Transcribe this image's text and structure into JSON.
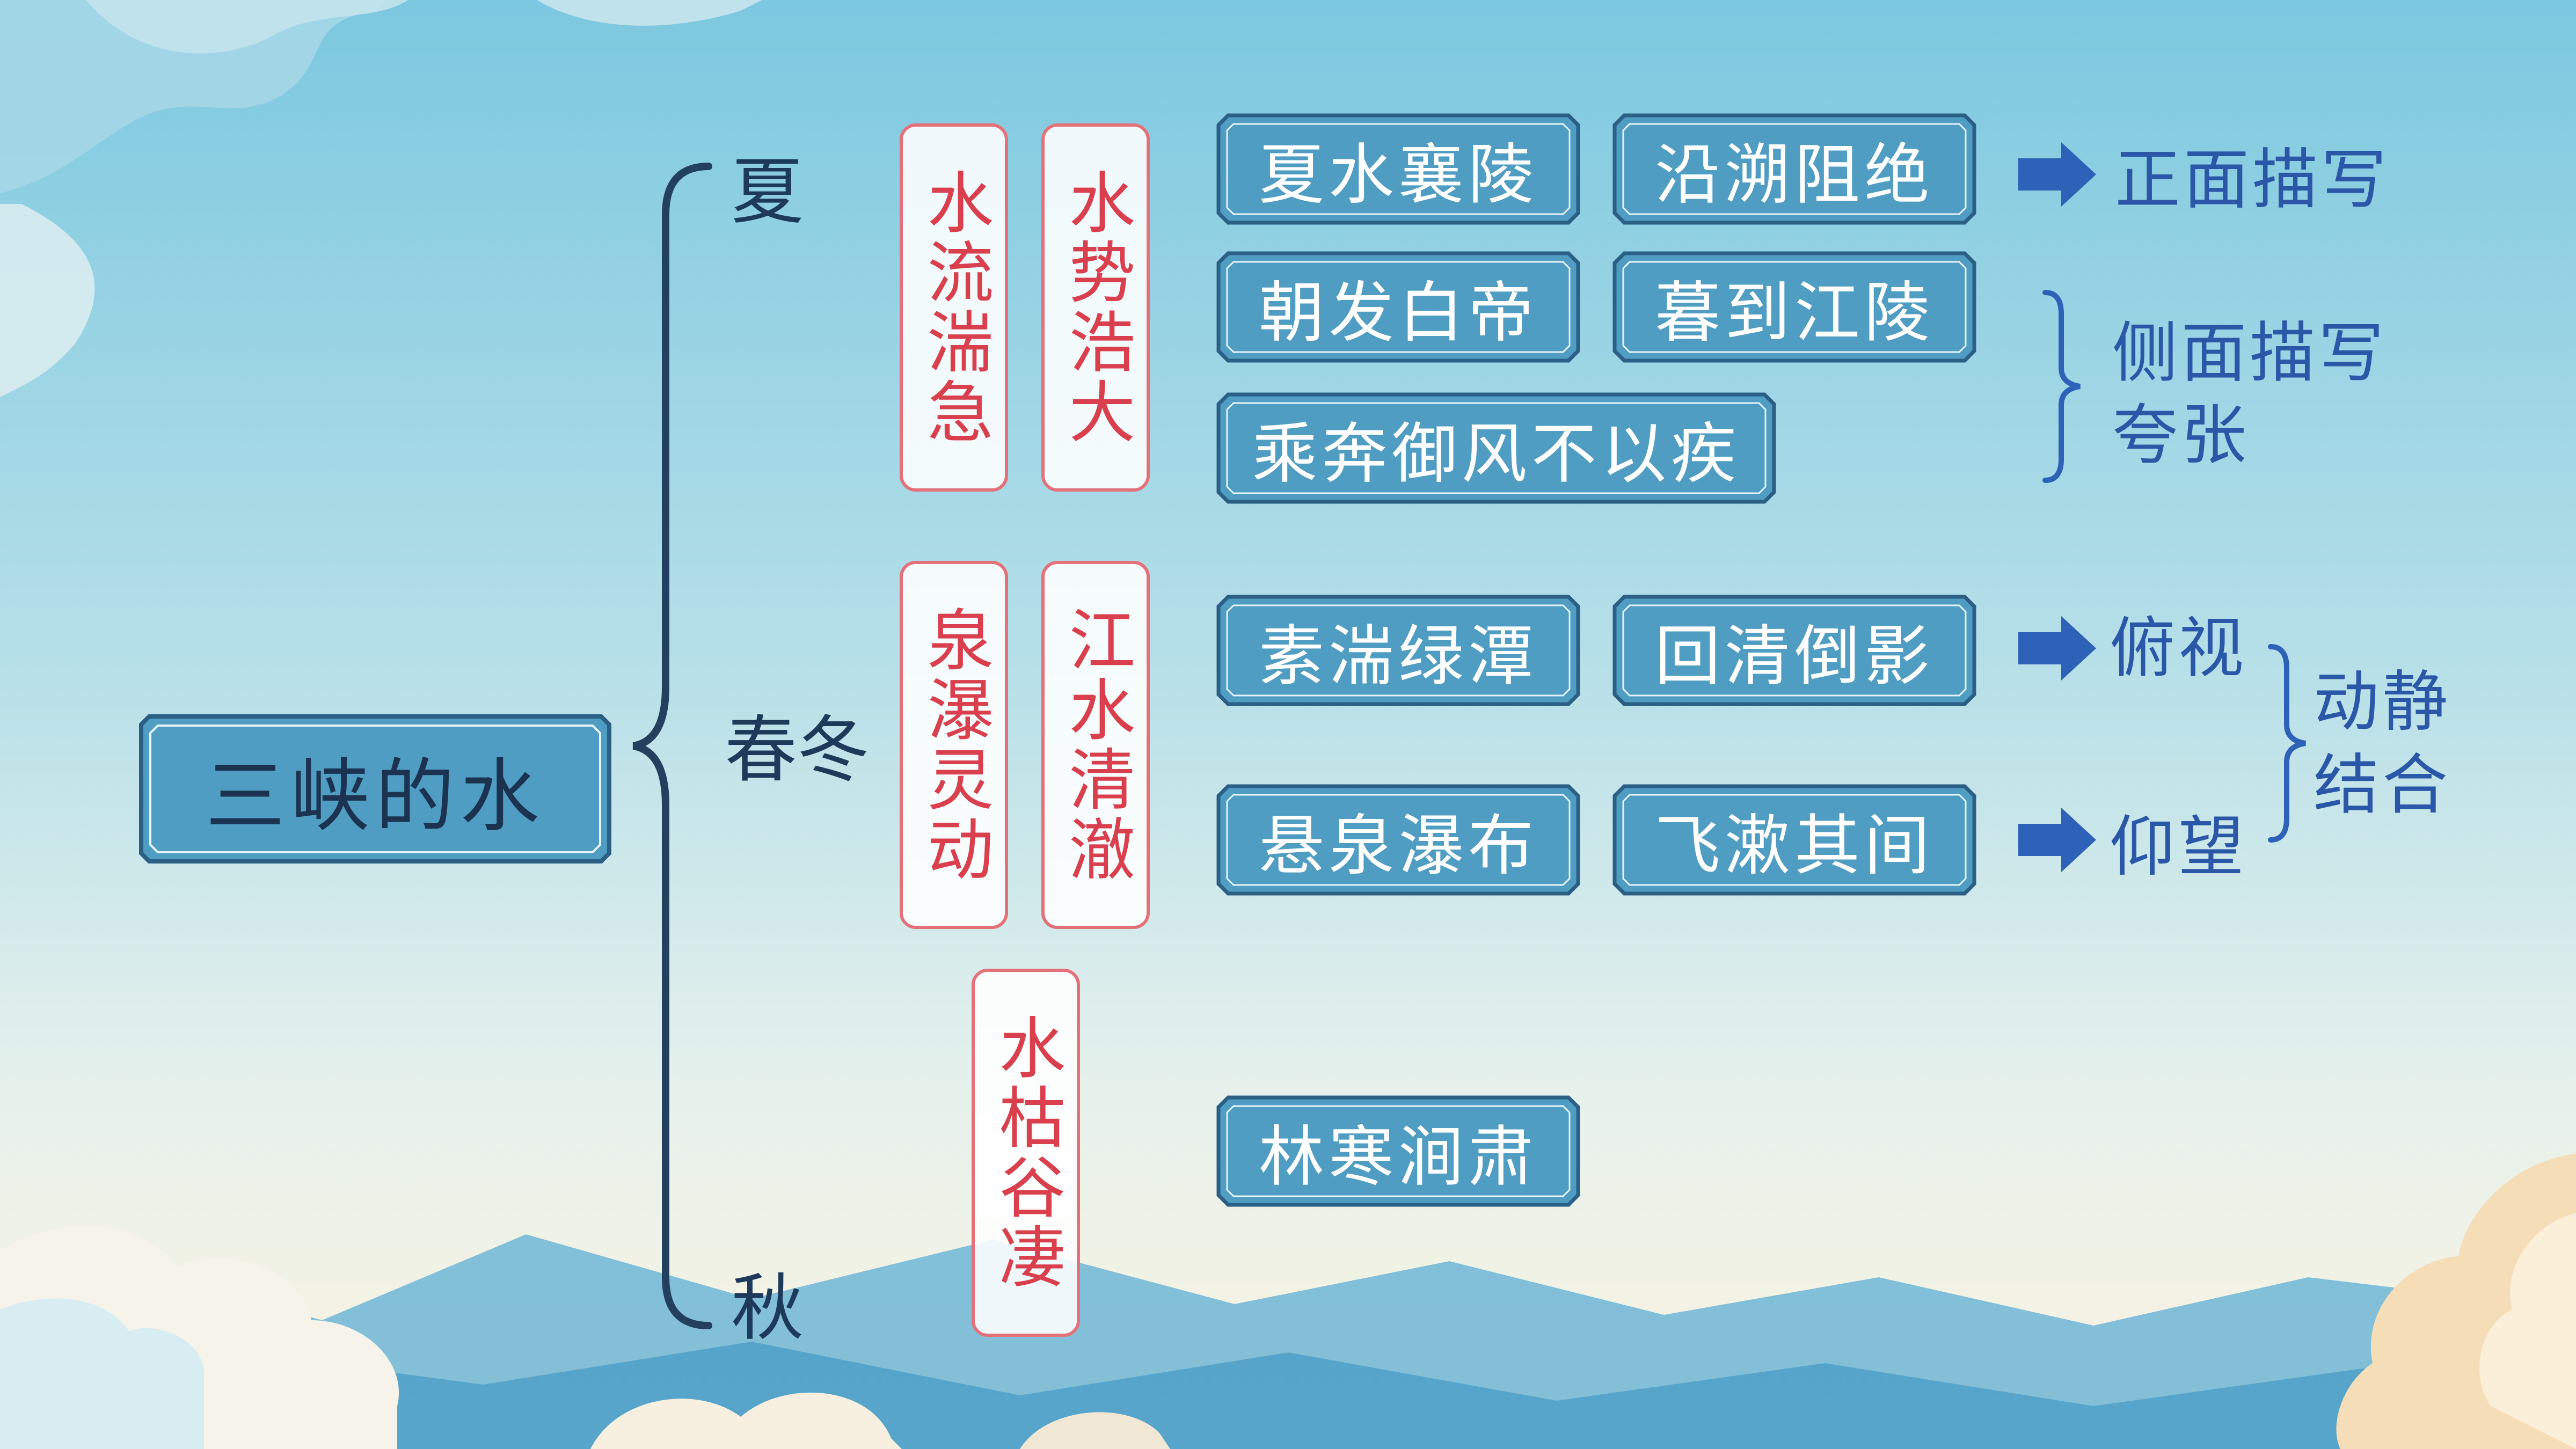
{
  "main_topic": "三峡的水",
  "seasons": {
    "summer": "夏",
    "spring_winter": "春冬",
    "autumn": "秋"
  },
  "features": {
    "summer_1": "水流湍急",
    "summer_2": "水势浩大",
    "spring_winter_1": "泉瀑灵动",
    "spring_winter_2": "江水清澈",
    "autumn": "水枯谷凄"
  },
  "phrases": {
    "p1": "夏水襄陵",
    "p2": "沿溯阻绝",
    "p3": "朝发白帝",
    "p4": "暮到江陵",
    "p5": "乘奔御风不以疾",
    "p6": "素湍绿潭",
    "p7": "回清倒影",
    "p8": "悬泉瀑布",
    "p9": "飞漱其间",
    "p10": "林寒涧肃"
  },
  "notes": {
    "front": "正面描写",
    "side_1": "侧面描写",
    "side_2": "夸张",
    "look_down": "俯视",
    "look_up": "仰望",
    "dynamic_1": "动静",
    "dynamic_2": "结合"
  },
  "colors": {
    "phrase_fill": "#4f9dc2",
    "phrase_border": "#2b5f86",
    "feature_border": "#e4717a",
    "feature_text": "#d93f4c",
    "note_text": "#2a57a8",
    "arrow": "#2d62b8"
  }
}
